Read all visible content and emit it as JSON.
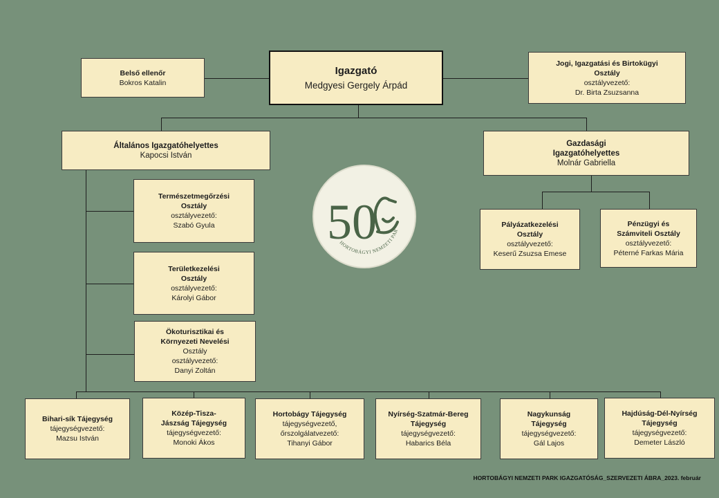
{
  "director": {
    "title": "Igazgató",
    "name": "Medgyesi Gergely Árpád"
  },
  "internal_auditor": {
    "title": "Belső ellenőr",
    "name": "Bokros Katalin"
  },
  "legal_dept": {
    "title": "Jogi, Igazgatási és Birtokügyi",
    "title2": "Osztály",
    "role": "osztályvezető:",
    "name": "Dr. Birta Zsuzsanna"
  },
  "general_deputy": {
    "title": "Általános Igazgatóhelyettes",
    "name": "Kapocsi István"
  },
  "economic_deputy": {
    "title": "Gazdasági",
    "title2": "Igazgatóhelyettes",
    "name": "Molnár Gabriella"
  },
  "nature_dept": {
    "title": "Természetmegőrzési",
    "title2": "Osztály",
    "role": "osztályvezető:",
    "name": "Szabó Gyula"
  },
  "land_dept": {
    "title": "Területkezelési",
    "title2": "Osztály",
    "role": "osztályvezető:",
    "name": "Károlyi Gábor"
  },
  "eco_dept": {
    "title": "Ökoturisztikai és",
    "title2": "Környezeti Nevelési",
    "title3": "Osztály",
    "role": "osztályvezető:",
    "name": "Danyi Zoltán"
  },
  "tender_dept": {
    "title": "Pályázatkezelési",
    "title2": "Osztály",
    "role": "osztályvezető:",
    "name": "Keserű Zsuzsa Emese"
  },
  "finance_dept": {
    "title": "Pénzügyi és",
    "title2": "Számviteli Osztály",
    "role": "osztályvezető:",
    "name": "Péterné Farkas Mária"
  },
  "regions": [
    {
      "title": "Bihari-sík Tájegység",
      "role": "tájegységvezető:",
      "name": "Mazsu István"
    },
    {
      "title": "Közép-Tisza-",
      "title2": "Jászság Tájegység",
      "role": "tájegységvezető:",
      "name": "Monoki Ákos"
    },
    {
      "title": "Hortobágy Tájegység",
      "role": "tájegységvezető,",
      "role2": "őrszolgálatvezető:",
      "name": "Tihanyi Gábor"
    },
    {
      "title": "Nyírség-Szatmár-Bereg",
      "title2": "Tájegység",
      "role": "tájegységvezető:",
      "name": "Habarics Béla"
    },
    {
      "title": "Nagykunság",
      "title2": "Tájegység",
      "role": "tájegységvezető:",
      "name": "Gál Lajos"
    },
    {
      "title": "Hajdúság-Dél-Nyírség",
      "title2": "Tájegység",
      "role": "tájegységvezető:",
      "name": "Demeter László"
    }
  ],
  "logo": {
    "number": "50",
    "text": "HORTOBÁGYI NEMZETI PARK",
    "icon": "crane-bird-icon"
  },
  "colors": {
    "background": "#77917a",
    "box": "#f7ecc3",
    "logo_fill": "#4a6447"
  },
  "footer": "HORTOBÁGYI NEMZETI PARK IGAZGATÓSÁG_SZERVEZETI ÁBRA_2023. február"
}
